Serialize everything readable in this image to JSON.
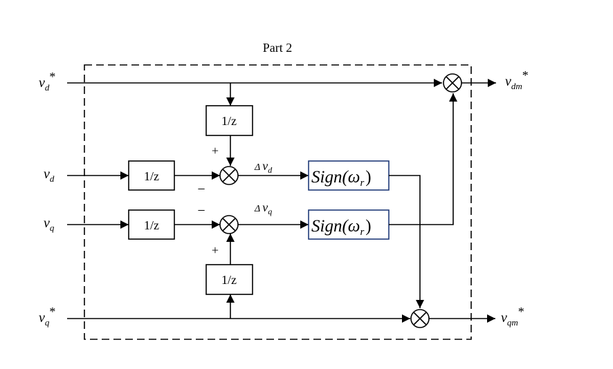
{
  "title": "Part 2",
  "inputs": {
    "vd_ref": {
      "base": "v",
      "sub": "d",
      "sup": "*"
    },
    "vd": {
      "base": "v",
      "sub": "d"
    },
    "vq": {
      "base": "v",
      "sub": "q"
    },
    "vq_ref": {
      "base": "v",
      "sub": "q",
      "sup": "*"
    }
  },
  "outputs": {
    "vdm_ref": {
      "base": "v",
      "sub": "dm",
      "sup": "*"
    },
    "vqm_ref": {
      "base": "v",
      "sub": "qm",
      "sup": "*"
    }
  },
  "blocks": {
    "delay_top": "1/z",
    "delay_vd": "1/z",
    "delay_vq": "1/z",
    "delay_bottom": "1/z",
    "sign_d": {
      "text": "Sign(",
      "omega": "ω",
      "sub": "r",
      "close": ")"
    },
    "sign_q": {
      "text": "Sign(",
      "omega": "ω",
      "sub": "r",
      "close": ")"
    }
  },
  "signals": {
    "delta_vd": {
      "delta": "Δ",
      "base": "v",
      "sub": "d"
    },
    "delta_vq": {
      "delta": "Δ",
      "base": "v",
      "sub": "q"
    }
  },
  "signs": {
    "sum_d_top": "+",
    "sum_d_left": "−",
    "sum_q_left": "−",
    "sum_q_bottom": "+"
  },
  "colors": {
    "line": "#000000",
    "sign_block_border": "#1f3a78"
  }
}
